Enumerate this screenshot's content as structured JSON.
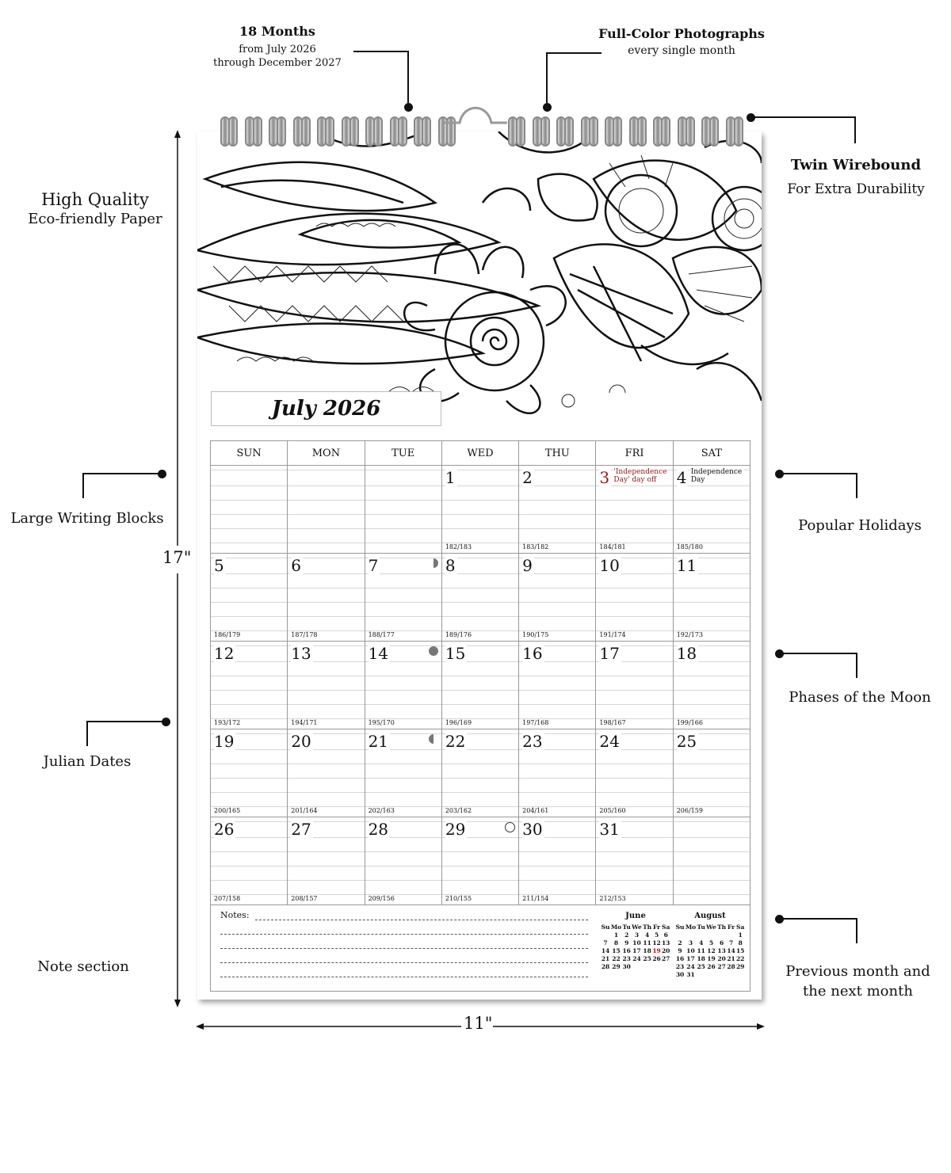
{
  "callouts": {
    "months": {
      "title": "18 Months",
      "line1": "from July 2026",
      "line2": "through  December 2027"
    },
    "photos": {
      "title": "Full-Color Photographs",
      "line1": "every single month"
    },
    "wirebound": {
      "title": "Twin Wirebound",
      "line1": "For Extra Durability"
    },
    "paper": {
      "title": "High Quality",
      "line1": "Eco-friendly Paper"
    },
    "writing": {
      "title": "Large Writing Blocks"
    },
    "holidays": {
      "title": "Popular Holidays"
    },
    "moon": {
      "title": "Phases of the Moon"
    },
    "julian": {
      "title": "Julian Dates"
    },
    "notes": {
      "title": "Note section"
    },
    "prevnext": {
      "line1": "Previous month and",
      "line2": "the next month"
    }
  },
  "dimensions": {
    "height": "17\"",
    "width": "11\""
  },
  "calendar": {
    "month_title": "July 2026",
    "weekdays": [
      "SUN",
      "MON",
      "TUE",
      "WED",
      "THU",
      "FRI",
      "SAT"
    ],
    "weeks": [
      [
        null,
        null,
        null,
        {
          "day": "1",
          "julian": "182/183"
        },
        {
          "day": "2",
          "julian": "183/182"
        },
        {
          "day": "3",
          "julian": "184/181",
          "holiday": "'Independence Day' day off",
          "red": true
        },
        {
          "day": "4",
          "julian": "185/180",
          "holiday": "Independence Day"
        }
      ],
      [
        {
          "day": "5",
          "julian": "186/179"
        },
        {
          "day": "6",
          "julian": "187/178"
        },
        {
          "day": "7",
          "julian": "188/177",
          "moon": "first-quarter"
        },
        {
          "day": "8",
          "julian": "189/176"
        },
        {
          "day": "9",
          "julian": "190/175"
        },
        {
          "day": "10",
          "julian": "191/174"
        },
        {
          "day": "11",
          "julian": "192/173"
        }
      ],
      [
        {
          "day": "12",
          "julian": "193/172"
        },
        {
          "day": "13",
          "julian": "194/171"
        },
        {
          "day": "14",
          "julian": "195/170",
          "moon": "new"
        },
        {
          "day": "15",
          "julian": "196/169"
        },
        {
          "day": "16",
          "julian": "197/168"
        },
        {
          "day": "17",
          "julian": "198/167"
        },
        {
          "day": "18",
          "julian": "199/166"
        }
      ],
      [
        {
          "day": "19",
          "julian": "200/165"
        },
        {
          "day": "20",
          "julian": "201/164"
        },
        {
          "day": "21",
          "julian": "202/163",
          "moon": "last-quarter"
        },
        {
          "day": "22",
          "julian": "203/162"
        },
        {
          "day": "23",
          "julian": "204/161"
        },
        {
          "day": "24",
          "julian": "205/160"
        },
        {
          "day": "25",
          "julian": "206/159"
        }
      ],
      [
        {
          "day": "26",
          "julian": "207/158"
        },
        {
          "day": "27",
          "julian": "208/157"
        },
        {
          "day": "28",
          "julian": "209/156"
        },
        {
          "day": "29",
          "julian": "210/155",
          "moon": "full"
        },
        {
          "day": "30",
          "julian": "211/154"
        },
        {
          "day": "31",
          "julian": "212/153"
        },
        null
      ]
    ],
    "notes_label": "Notes:",
    "mini_prev": {
      "title": "June",
      "days": [
        "Su",
        "Mo",
        "Tu",
        "We",
        "Th",
        "Fr",
        "Sa"
      ],
      "rows": [
        [
          "",
          "1",
          "2",
          "3",
          "4",
          "5",
          "6"
        ],
        [
          "7",
          "8",
          "9",
          "10",
          "11",
          "12",
          "13"
        ],
        [
          "14",
          "15",
          "16",
          "17",
          "18",
          "19",
          "20"
        ],
        [
          "21",
          "22",
          "23",
          "24",
          "25",
          "26",
          "27"
        ],
        [
          "28",
          "29",
          "30",
          "",
          "",
          "",
          ""
        ]
      ],
      "red": [
        "19"
      ]
    },
    "mini_next": {
      "title": "August",
      "days": [
        "Su",
        "Mo",
        "Tu",
        "We",
        "Th",
        "Fr",
        "Sa"
      ],
      "rows": [
        [
          "",
          "",
          "",
          "",
          "",
          "",
          "1"
        ],
        [
          "2",
          "3",
          "4",
          "5",
          "6",
          "7",
          "8"
        ],
        [
          "9",
          "10",
          "11",
          "12",
          "13",
          "14",
          "15"
        ],
        [
          "16",
          "17",
          "18",
          "19",
          "20",
          "21",
          "22"
        ],
        [
          "23",
          "24",
          "25",
          "26",
          "27",
          "28",
          "29"
        ],
        [
          "30",
          "31",
          "",
          "",
          "",
          "",
          ""
        ]
      ],
      "red": []
    }
  },
  "colors": {
    "holiday_red": "#8b1a1a",
    "moon_gray": "#777777"
  }
}
